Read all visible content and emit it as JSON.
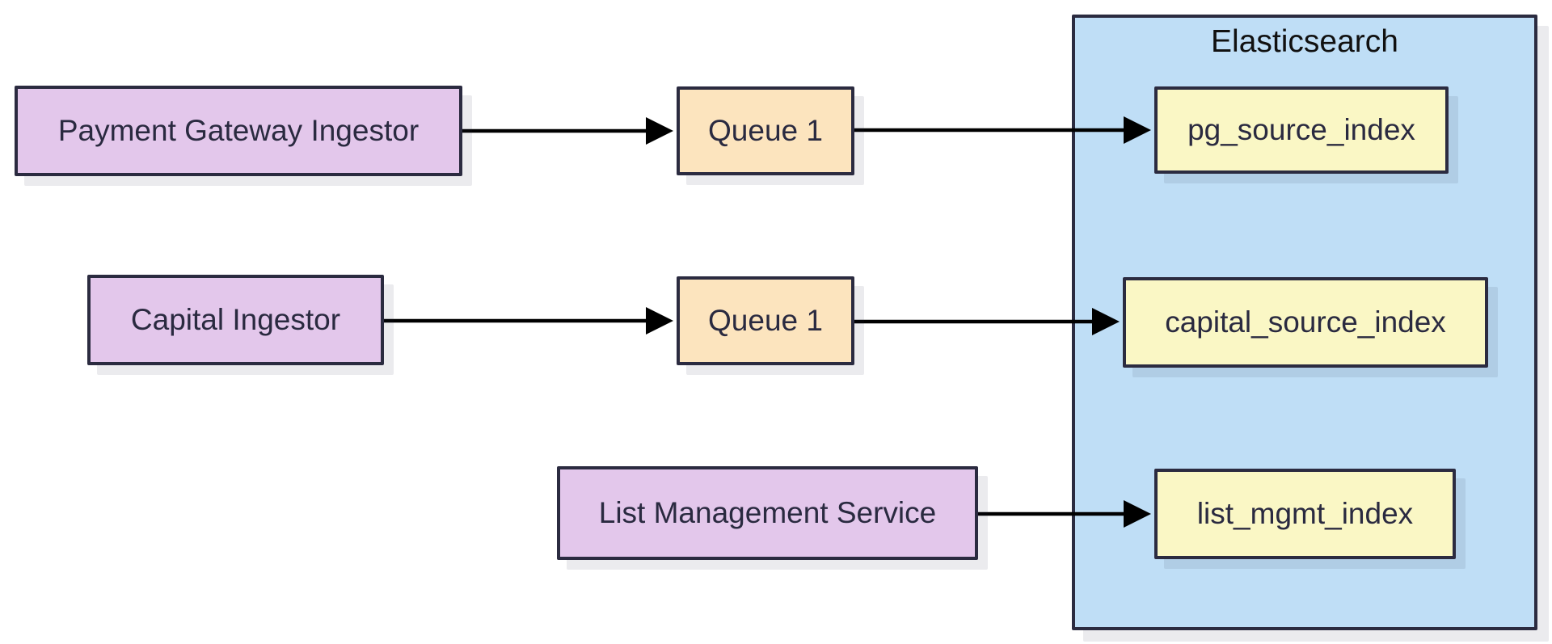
{
  "diagram": {
    "type": "flowchart",
    "container": {
      "label": "Elasticsearch",
      "fill": "#bfdef6",
      "border": "#2b2b40"
    },
    "nodes": [
      {
        "id": "payment-gateway-ingestor",
        "label": "Payment Gateway Ingestor",
        "kind": "service",
        "fill": "#e3c7eb"
      },
      {
        "id": "queue-1-top",
        "label": "Queue 1",
        "kind": "queue",
        "fill": "#fce4be"
      },
      {
        "id": "pg-source-index",
        "label": "pg_source_index",
        "kind": "index",
        "fill": "#faf7c5",
        "parent": "Elasticsearch"
      },
      {
        "id": "capital-ingestor",
        "label": "Capital Ingestor",
        "kind": "service",
        "fill": "#e3c7eb"
      },
      {
        "id": "queue-1-middle",
        "label": "Queue 1",
        "kind": "queue",
        "fill": "#fce4be"
      },
      {
        "id": "capital-source-index",
        "label": "capital_source_index",
        "kind": "index",
        "fill": "#faf7c5",
        "parent": "Elasticsearch"
      },
      {
        "id": "list-management-service",
        "label": "List Management Service",
        "kind": "service",
        "fill": "#e3c7eb"
      },
      {
        "id": "list-mgmt-index",
        "label": "list_mgmt_index",
        "kind": "index",
        "fill": "#faf7c5",
        "parent": "Elasticsearch"
      }
    ],
    "edges": [
      {
        "from": "Payment Gateway Ingestor",
        "to": "Queue 1 (top)"
      },
      {
        "from": "Queue 1 (top)",
        "to": "pg_source_index"
      },
      {
        "from": "Capital Ingestor",
        "to": "Queue 1 (middle)"
      },
      {
        "from": "Queue 1 (middle)",
        "to": "capital_source_index"
      },
      {
        "from": "List Management Service",
        "to": "list_mgmt_index"
      }
    ],
    "colors": {
      "background": "#ffffff",
      "node_border": "#2b2b40",
      "node_text": "#2a2a40",
      "container_title_text": "#111111",
      "service_fill": "#e3c7eb",
      "queue_fill": "#fce4be",
      "index_fill": "#faf7c5",
      "container_fill": "#bfdef6",
      "arrow": "#000000"
    }
  }
}
